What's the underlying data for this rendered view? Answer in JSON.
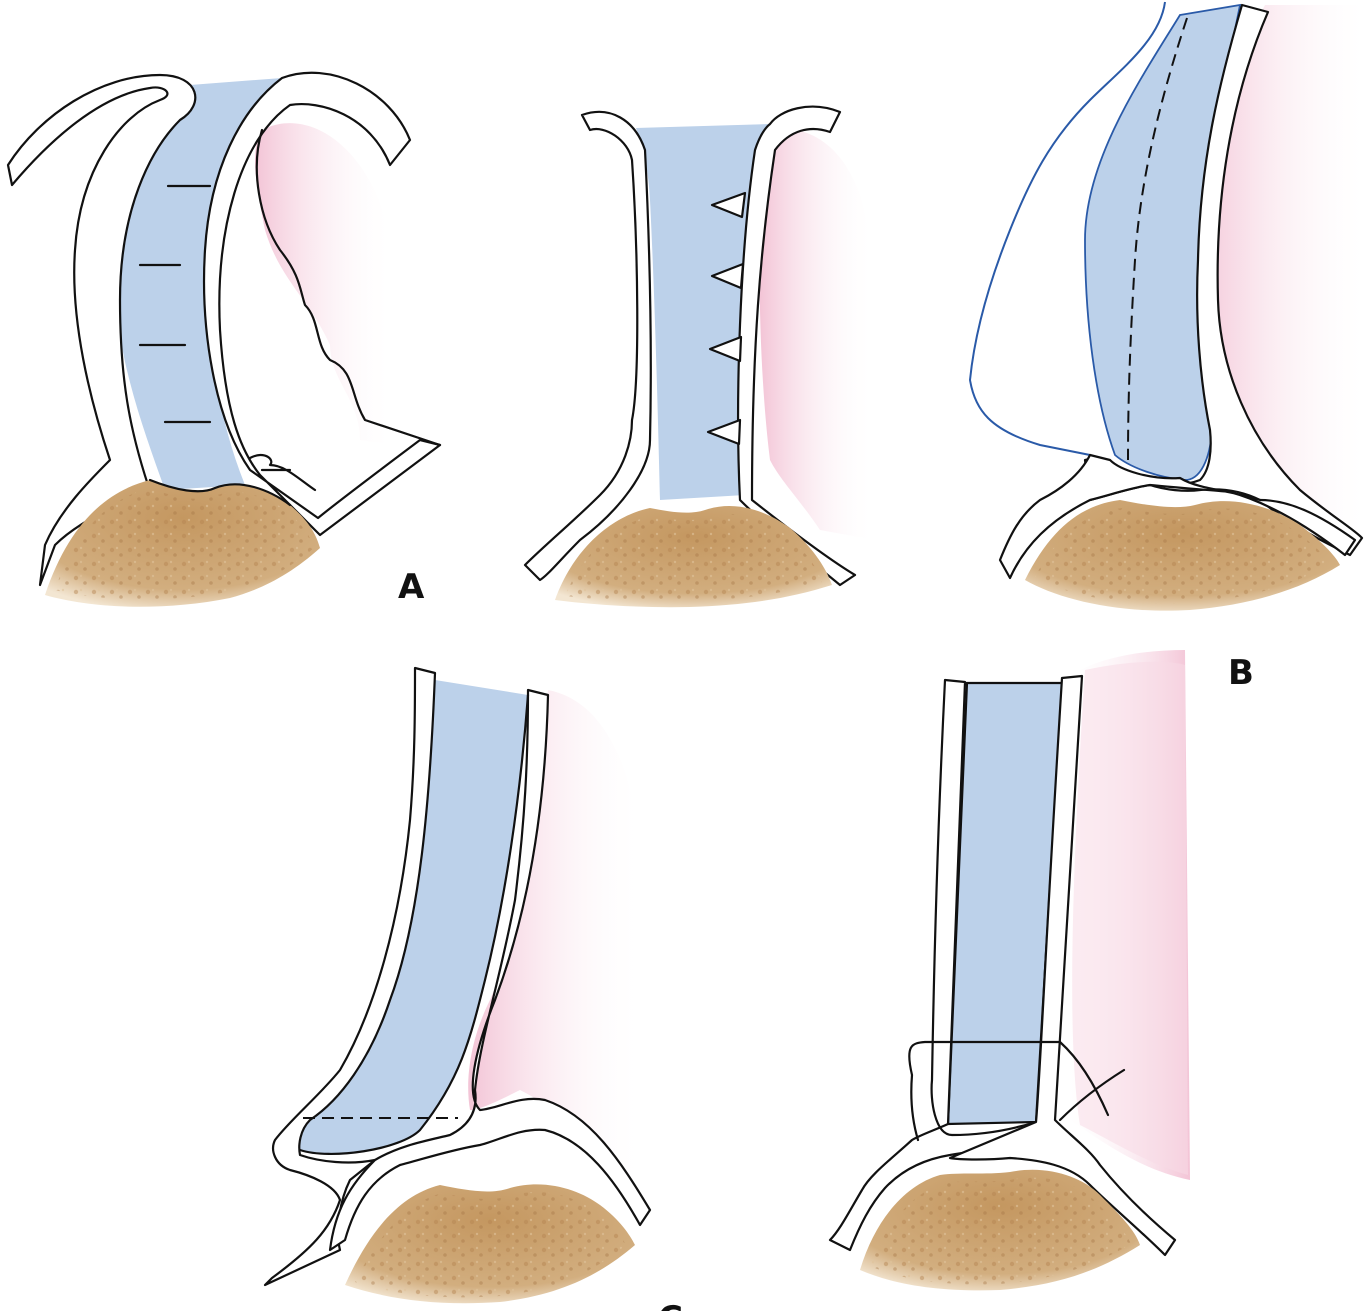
{
  "figure": {
    "labels": {
      "panel_a": "A",
      "panel_b": "B",
      "panel_c": "C"
    },
    "colors": {
      "graft": "#bcd1ea",
      "soft_tissue": "#f3c4d6",
      "bone": "#caa06a",
      "outline": "#111111",
      "pleat_line": "#2a5aa8"
    }
  }
}
